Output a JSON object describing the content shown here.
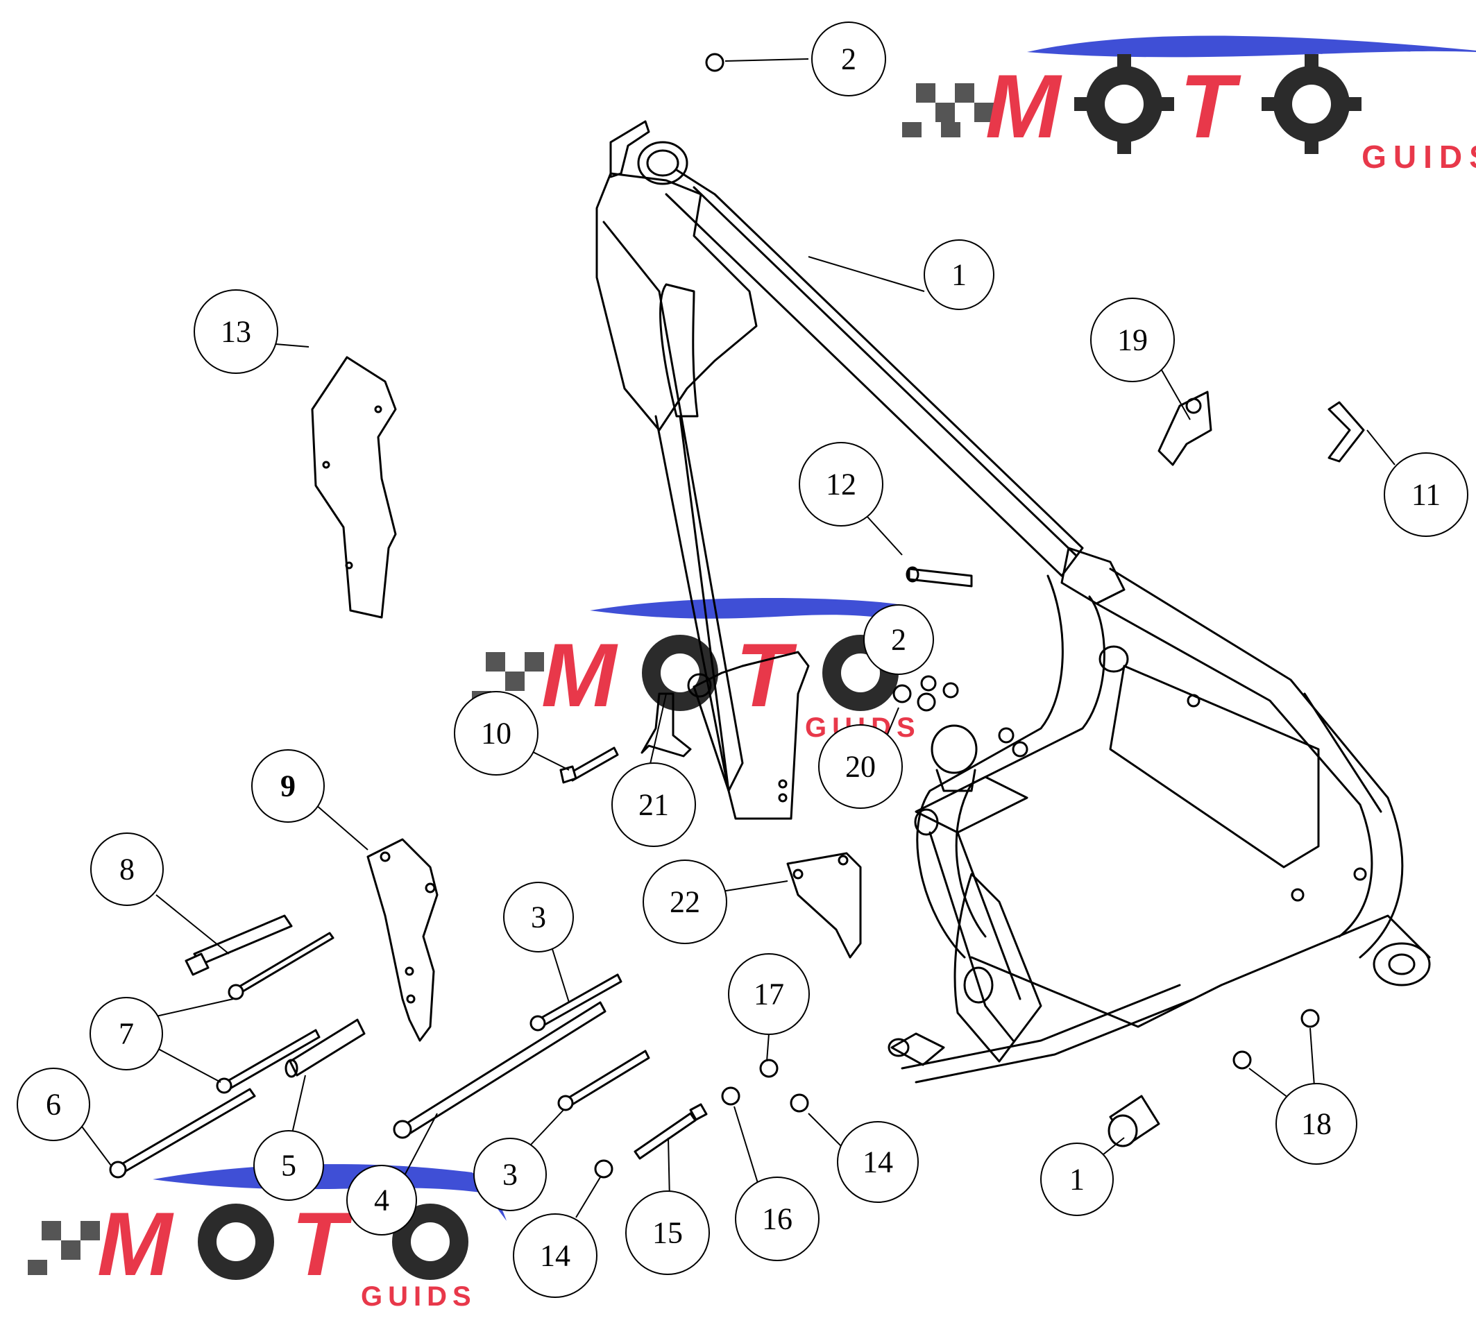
{
  "diagram": {
    "callouts": [
      {
        "id": "c2-top",
        "label": "2"
      },
      {
        "id": "c1-frame",
        "label": "1"
      },
      {
        "id": "c13",
        "label": "13"
      },
      {
        "id": "c19",
        "label": "19"
      },
      {
        "id": "c11",
        "label": "11"
      },
      {
        "id": "c12",
        "label": "12"
      },
      {
        "id": "c2-mid",
        "label": "2"
      },
      {
        "id": "c10",
        "label": "10"
      },
      {
        "id": "c20",
        "label": "20"
      },
      {
        "id": "c21",
        "label": "21"
      },
      {
        "id": "c9",
        "label": "9"
      },
      {
        "id": "c8",
        "label": "8"
      },
      {
        "id": "c22",
        "label": "22"
      },
      {
        "id": "c3-top",
        "label": "3"
      },
      {
        "id": "c17",
        "label": "17"
      },
      {
        "id": "c7",
        "label": "7"
      },
      {
        "id": "c6",
        "label": "6"
      },
      {
        "id": "c5",
        "label": "5"
      },
      {
        "id": "c4",
        "label": "4"
      },
      {
        "id": "c3-bot",
        "label": "3"
      },
      {
        "id": "c14-right",
        "label": "14"
      },
      {
        "id": "c14-left",
        "label": "14"
      },
      {
        "id": "c15",
        "label": "15"
      },
      {
        "id": "c16",
        "label": "16"
      },
      {
        "id": "c1-bush",
        "label": "1"
      },
      {
        "id": "c18",
        "label": "18"
      }
    ]
  },
  "watermark": {
    "word": "MOTO",
    "sub": "GUIDS",
    "colors": {
      "red": "#e8384a",
      "blue": "#3f4fd6",
      "gray": "#555555",
      "dark": "#2b2b2b"
    }
  }
}
